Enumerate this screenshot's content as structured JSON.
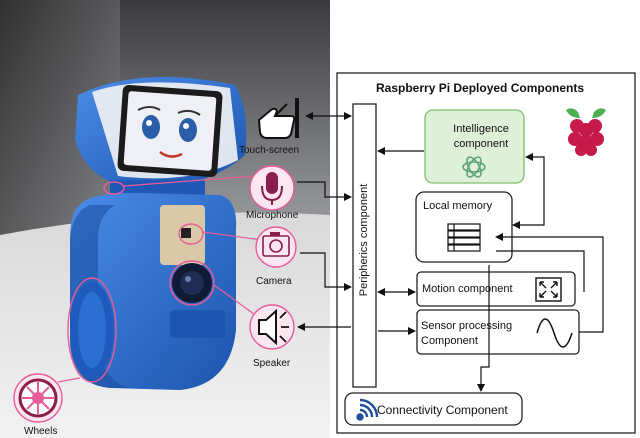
{
  "title": "Raspberry Pi Deployed Components",
  "peripherals": {
    "touch_screen": "Touch-screen",
    "microphone": "Microphone",
    "camera": "Camera",
    "speaker": "Speaker",
    "wheels": "Wheels"
  },
  "components": {
    "peripherics": "Peripherics component",
    "intelligence_line1": "Intelligence",
    "intelligence_line2": "component",
    "local_memory": "Local memory",
    "motion": "Motion component",
    "sensor_line1": "Sensor processing",
    "sensor_line2": "Component",
    "connectivity": "Connectivity Component"
  },
  "colors": {
    "robot_blue": "#2a6fd1",
    "intelligence_fill": "#dff0d8",
    "intelligence_stroke": "#7fbf6a",
    "pink": "#e85c9a",
    "raspberry": "#c51a4a",
    "wifi_blue": "#1f4e9c"
  },
  "icons": [
    "openai-icon",
    "raspberry-pi-icon",
    "memory-table-icon",
    "expand-arrows-icon",
    "sine-wave-icon",
    "wifi-icon",
    "hand-touch-icon",
    "microphone-icon",
    "camera-icon",
    "speaker-icon",
    "wheel-icon"
  ]
}
